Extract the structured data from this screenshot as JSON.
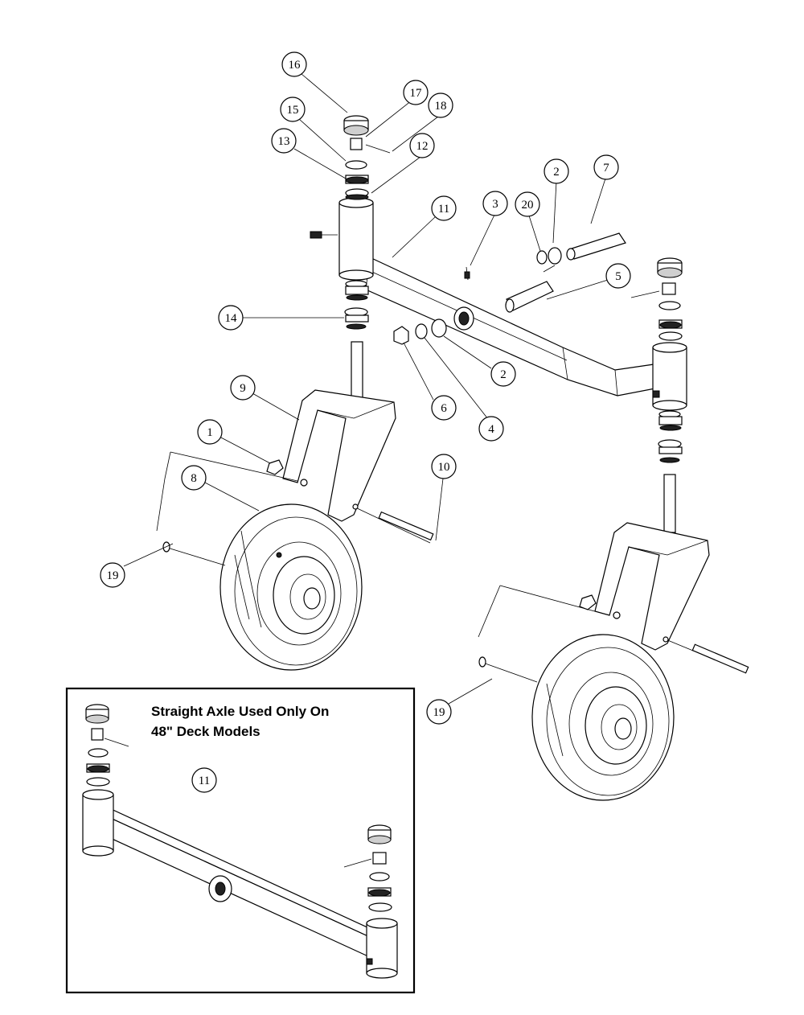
{
  "inset": {
    "title_line1": "Straight Axle Used Only On",
    "title_line2": "48\" Deck Models"
  },
  "callouts": [
    {
      "id": "c16",
      "label": "16"
    },
    {
      "id": "c17",
      "label": "17"
    },
    {
      "id": "c15",
      "label": "15"
    },
    {
      "id": "c18",
      "label": "18"
    },
    {
      "id": "c13",
      "label": "13"
    },
    {
      "id": "c12",
      "label": "12"
    },
    {
      "id": "c2a",
      "label": "2"
    },
    {
      "id": "c7",
      "label": "7"
    },
    {
      "id": "c3",
      "label": "3"
    },
    {
      "id": "c20",
      "label": "20"
    },
    {
      "id": "c11a",
      "label": "11"
    },
    {
      "id": "c5",
      "label": "5"
    },
    {
      "id": "c14",
      "label": "14"
    },
    {
      "id": "c2b",
      "label": "2"
    },
    {
      "id": "c9",
      "label": "9"
    },
    {
      "id": "c6",
      "label": "6"
    },
    {
      "id": "c4",
      "label": "4"
    },
    {
      "id": "c1",
      "label": "1"
    },
    {
      "id": "c8",
      "label": "8"
    },
    {
      "id": "c10",
      "label": "10"
    },
    {
      "id": "c19a",
      "label": "19"
    },
    {
      "id": "c19b",
      "label": "19"
    },
    {
      "id": "c11b",
      "label": "11"
    }
  ]
}
